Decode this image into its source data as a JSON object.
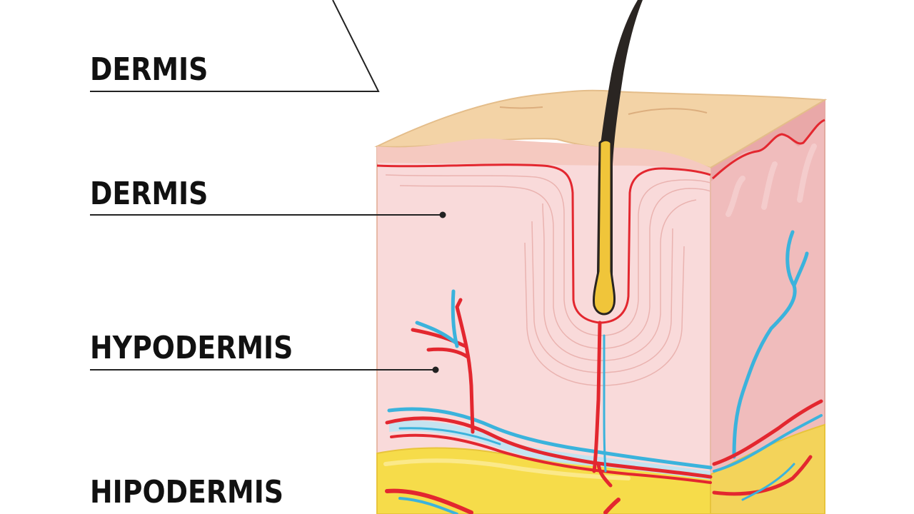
{
  "labels": {
    "label_1": "DERMIS",
    "label_2": "DERMIS",
    "label_3": "HYPODERMIS",
    "label_4": "HIPODERMIS"
  },
  "colors": {
    "epidermis_top": "#f3d3a6",
    "dermis": "#f9dada",
    "dermis_side": "#f0bcbc",
    "fat": "#f6dc4a",
    "artery": "#e3272f",
    "vein": "#3bb3dc",
    "hair": "#2a2522",
    "hair_root": "#f0c53a",
    "leader_line": "#222222"
  }
}
